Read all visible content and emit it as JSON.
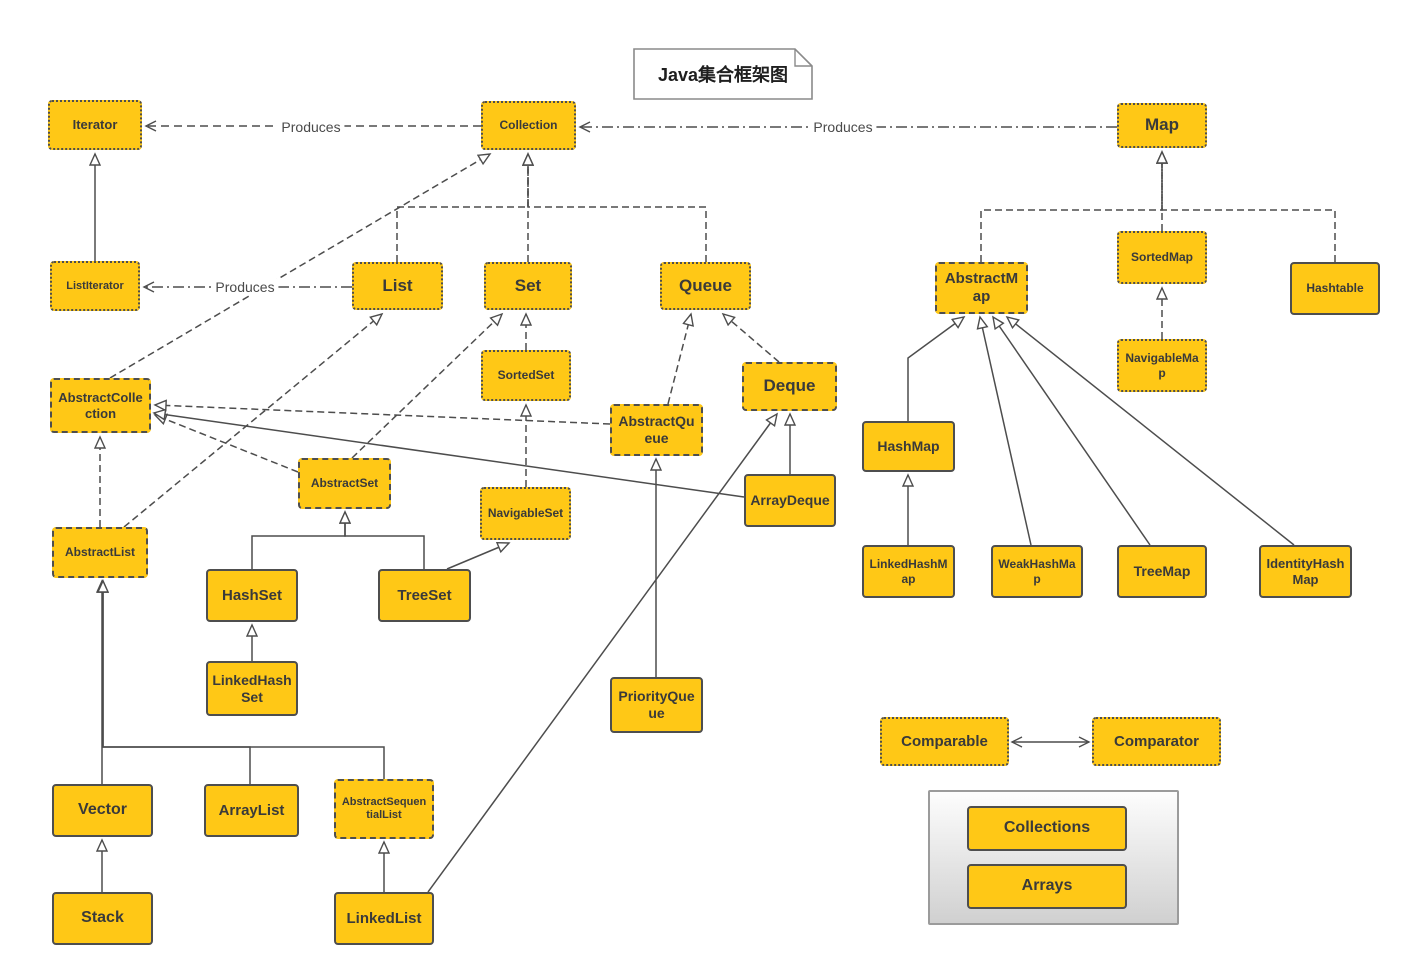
{
  "title_note": {
    "text": "Java集合框架图"
  },
  "colors": {
    "node_fill": "#FFC816",
    "node_border": "#4e4e4e",
    "node_text": "#3a3a3a",
    "line": "#4d4d4d",
    "label_text": "#4a4a4a"
  },
  "nodes": [
    {
      "id": "iterator",
      "label": "Iterator",
      "stereotype": "interface"
    },
    {
      "id": "collection",
      "label": "Collection",
      "stereotype": "interface"
    },
    {
      "id": "map",
      "label": "Map",
      "stereotype": "interface"
    },
    {
      "id": "listiterator",
      "label": "ListIterator",
      "stereotype": "interface"
    },
    {
      "id": "list",
      "label": "List",
      "stereotype": "interface"
    },
    {
      "id": "set",
      "label": "Set",
      "stereotype": "interface"
    },
    {
      "id": "queue",
      "label": "Queue",
      "stereotype": "interface"
    },
    {
      "id": "abstractmap",
      "label": "AbstractMap",
      "stereotype": "abstract"
    },
    {
      "id": "sortedmap",
      "label": "SortedMap",
      "stereotype": "interface"
    },
    {
      "id": "hashtable",
      "label": "Hashtable",
      "stereotype": "class"
    },
    {
      "id": "sortedset",
      "label": "SortedSet",
      "stereotype": "interface"
    },
    {
      "id": "deque",
      "label": "Deque",
      "stereotype": "interface"
    },
    {
      "id": "abstractcollection",
      "label": "AbstractCollection",
      "stereotype": "abstract"
    },
    {
      "id": "abstractqueue",
      "label": "AbstractQueue",
      "stereotype": "abstract"
    },
    {
      "id": "navigablemap",
      "label": "NavigableMap",
      "stereotype": "interface"
    },
    {
      "id": "hashmap",
      "label": "HashMap",
      "stereotype": "class"
    },
    {
      "id": "abstractset",
      "label": "AbstractSet",
      "stereotype": "abstract"
    },
    {
      "id": "arraydeque",
      "label": "ArrayDeque",
      "stereotype": "class"
    },
    {
      "id": "navigableset",
      "label": "NavigableSet",
      "stereotype": "interface"
    },
    {
      "id": "abstractlist",
      "label": "AbstractList",
      "stereotype": "abstract"
    },
    {
      "id": "linkedhashmap",
      "label": "LinkedHashMap",
      "stereotype": "class"
    },
    {
      "id": "weakhashmap",
      "label": "WeakHashMap",
      "stereotype": "class"
    },
    {
      "id": "treemap",
      "label": "TreeMap",
      "stereotype": "class"
    },
    {
      "id": "identityhashmap",
      "label": "IdentityHashMap",
      "stereotype": "class"
    },
    {
      "id": "hashset",
      "label": "HashSet",
      "stereotype": "class"
    },
    {
      "id": "treeset",
      "label": "TreeSet",
      "stereotype": "class"
    },
    {
      "id": "linkedhashset",
      "label": "LinkedHashSet",
      "stereotype": "class"
    },
    {
      "id": "priorityqueue",
      "label": "PriorityQueue",
      "stereotype": "class"
    },
    {
      "id": "comparable",
      "label": "Comparable",
      "stereotype": "interface"
    },
    {
      "id": "comparator",
      "label": "Comparator",
      "stereotype": "interface"
    },
    {
      "id": "vector",
      "label": "Vector",
      "stereotype": "class"
    },
    {
      "id": "arraylist",
      "label": "ArrayList",
      "stereotype": "class"
    },
    {
      "id": "abstractsequentiallist",
      "label": "AbstractSequentialList",
      "stereotype": "abstract"
    },
    {
      "id": "stack",
      "label": "Stack",
      "stereotype": "class"
    },
    {
      "id": "linkedlist",
      "label": "LinkedList",
      "stereotype": "class"
    },
    {
      "id": "collections",
      "label": "Collections",
      "stereotype": "class"
    },
    {
      "id": "arrays",
      "label": "Arrays",
      "stereotype": "class"
    }
  ],
  "edges": [
    {
      "from": "collection",
      "to": "iterator",
      "relation": "produces",
      "label": "Produces"
    },
    {
      "from": "map",
      "to": "collection",
      "relation": "produces",
      "label": "Produces"
    },
    {
      "from": "list",
      "to": "listiterator",
      "relation": "produces",
      "label": "Produces"
    },
    {
      "from": "listiterator",
      "to": "iterator",
      "relation": "extends"
    },
    {
      "from": "list",
      "to": "collection",
      "relation": "extends"
    },
    {
      "from": "set",
      "to": "collection",
      "relation": "extends"
    },
    {
      "from": "queue",
      "to": "collection",
      "relation": "extends"
    },
    {
      "from": "abstractmap",
      "to": "map",
      "relation": "implements"
    },
    {
      "from": "sortedmap",
      "to": "map",
      "relation": "extends"
    },
    {
      "from": "hashtable",
      "to": "map",
      "relation": "implements"
    },
    {
      "from": "navigablemap",
      "to": "sortedmap",
      "relation": "extends"
    },
    {
      "from": "sortedset",
      "to": "set",
      "relation": "extends"
    },
    {
      "from": "navigableset",
      "to": "sortedset",
      "relation": "extends"
    },
    {
      "from": "deque",
      "to": "queue",
      "relation": "extends"
    },
    {
      "from": "abstractqueue",
      "to": "queue",
      "relation": "implements"
    },
    {
      "from": "abstractcollection",
      "to": "collection",
      "relation": "implements"
    },
    {
      "from": "abstractlist",
      "to": "abstractcollection",
      "relation": "extends"
    },
    {
      "from": "abstractset",
      "to": "abstractcollection",
      "relation": "extends"
    },
    {
      "from": "abstractqueue",
      "to": "abstractcollection",
      "relation": "extends"
    },
    {
      "from": "abstractlist",
      "to": "list",
      "relation": "implements"
    },
    {
      "from": "abstractset",
      "to": "set",
      "relation": "implements"
    },
    {
      "from": "hashset",
      "to": "abstractset",
      "relation": "extends"
    },
    {
      "from": "treeset",
      "to": "abstractset",
      "relation": "extends"
    },
    {
      "from": "linkedhashset",
      "to": "hashset",
      "relation": "extends"
    },
    {
      "from": "treeset",
      "to": "navigableset",
      "relation": "implements"
    },
    {
      "from": "priorityqueue",
      "to": "abstractqueue",
      "relation": "extends"
    },
    {
      "from": "arraydeque",
      "to": "deque",
      "relation": "implements"
    },
    {
      "from": "arraydeque",
      "to": "abstractcollection",
      "relation": "extends"
    },
    {
      "from": "linkedlist",
      "to": "deque",
      "relation": "implements"
    },
    {
      "from": "linkedlist",
      "to": "abstractsequentiallist",
      "relation": "extends"
    },
    {
      "from": "stack",
      "to": "vector",
      "relation": "extends"
    },
    {
      "from": "vector",
      "to": "abstractlist",
      "relation": "extends"
    },
    {
      "from": "arraylist",
      "to": "abstractlist",
      "relation": "extends"
    },
    {
      "from": "abstractsequentiallist",
      "to": "abstractlist",
      "relation": "extends"
    },
    {
      "from": "hashmap",
      "to": "abstractmap",
      "relation": "extends"
    },
    {
      "from": "linkedhashmap",
      "to": "hashmap",
      "relation": "extends"
    },
    {
      "from": "weakhashmap",
      "to": "abstractmap",
      "relation": "extends"
    },
    {
      "from": "treemap",
      "to": "abstractmap",
      "relation": "extends"
    },
    {
      "from": "identityhashmap",
      "to": "abstractmap",
      "relation": "extends"
    },
    {
      "from": "comparable",
      "to": "comparator",
      "relation": "association"
    }
  ],
  "legend_panel": {
    "items": [
      "Collections",
      "Arrays"
    ]
  }
}
